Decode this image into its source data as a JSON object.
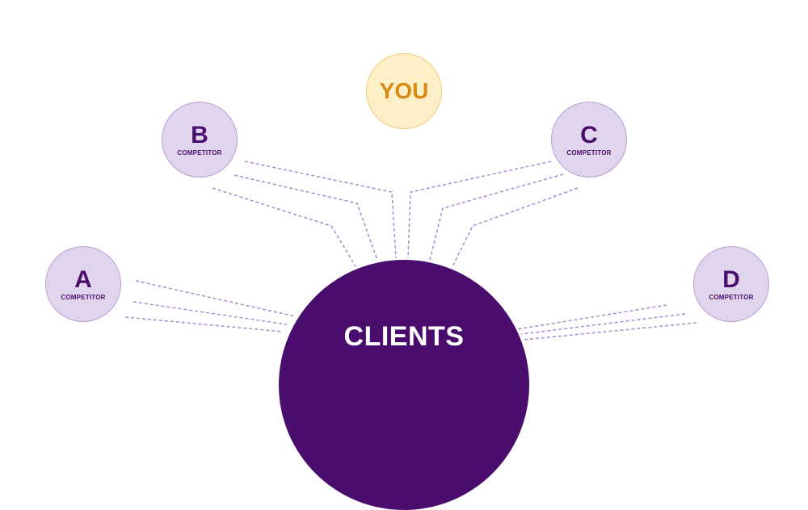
{
  "you": {
    "label": "YOU"
  },
  "clients": {
    "label": "CLIENTS"
  },
  "competitors": [
    {
      "id": "a",
      "letter": "A",
      "subtitle": "COMPETITOR"
    },
    {
      "id": "b",
      "letter": "B",
      "subtitle": "COMPETITOR"
    },
    {
      "id": "c",
      "letter": "C",
      "subtitle": "COMPETITOR"
    },
    {
      "id": "d",
      "letter": "D",
      "subtitle": "COMPETITOR"
    }
  ],
  "colors": {
    "clients": "#4a0d6e",
    "competitor_fill": "#e0d5ec",
    "competitor_border": "#b79fd2",
    "you_fill": "#fdf0c8",
    "you_text": "#d98a12",
    "connector": "#a98bd0"
  }
}
